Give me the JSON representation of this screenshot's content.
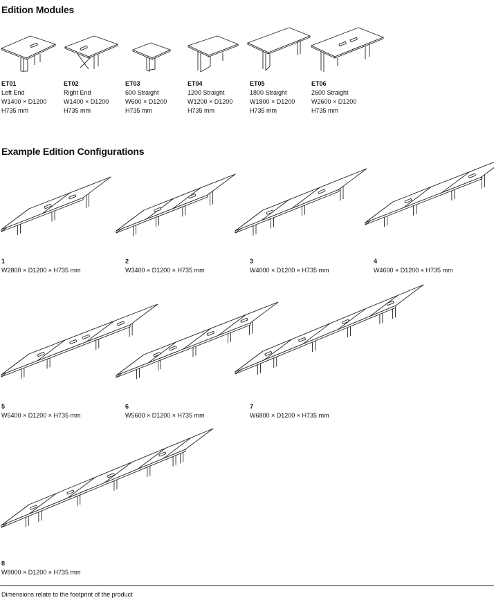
{
  "sections": {
    "modules_title": "Edition Modules",
    "configs_title": "Example Edition Configurations"
  },
  "modules": [
    {
      "code": "ET01",
      "name": "Left End",
      "dims": "W1400 × D1200",
      "height": "H735 mm"
    },
    {
      "code": "ET02",
      "name": "Right End",
      "dims": "W1400 × D1200",
      "height": "H735 mm"
    },
    {
      "code": "ET03",
      "name": "600 Straight",
      "dims": "W600 × D1200",
      "height": "H735 mm"
    },
    {
      "code": "ET04",
      "name": "1200 Straight",
      "dims": "W1200 × D1200",
      "height": "H735 mm"
    },
    {
      "code": "ET05",
      "name": "1800 Straight",
      "dims": "W1800 × D1200",
      "height": "H735 mm"
    },
    {
      "code": "ET06",
      "name": "2600 Straight",
      "dims": "W2600 × D1200",
      "height": "H735 mm"
    }
  ],
  "configurations": [
    {
      "num": "1",
      "dims": "W2800 × D1200 × H735 mm"
    },
    {
      "num": "2",
      "dims": "W3400 × D1200 × H735 mm"
    },
    {
      "num": "3",
      "dims": "W4000 × D1200 × H735 mm"
    },
    {
      "num": "4",
      "dims": "W4600 × D1200 × H735 mm"
    },
    {
      "num": "5",
      "dims": "W5400 × D1200 × H735 mm"
    },
    {
      "num": "6",
      "dims": "W5600 × D1200 × H735 mm"
    },
    {
      "num": "7",
      "dims": "W6800 × D1200 × H735 mm"
    },
    {
      "num": "8",
      "dims": "W8000 × D1200 × H735 mm"
    }
  ],
  "footer": "Dimensions relate to the footprint of the product"
}
